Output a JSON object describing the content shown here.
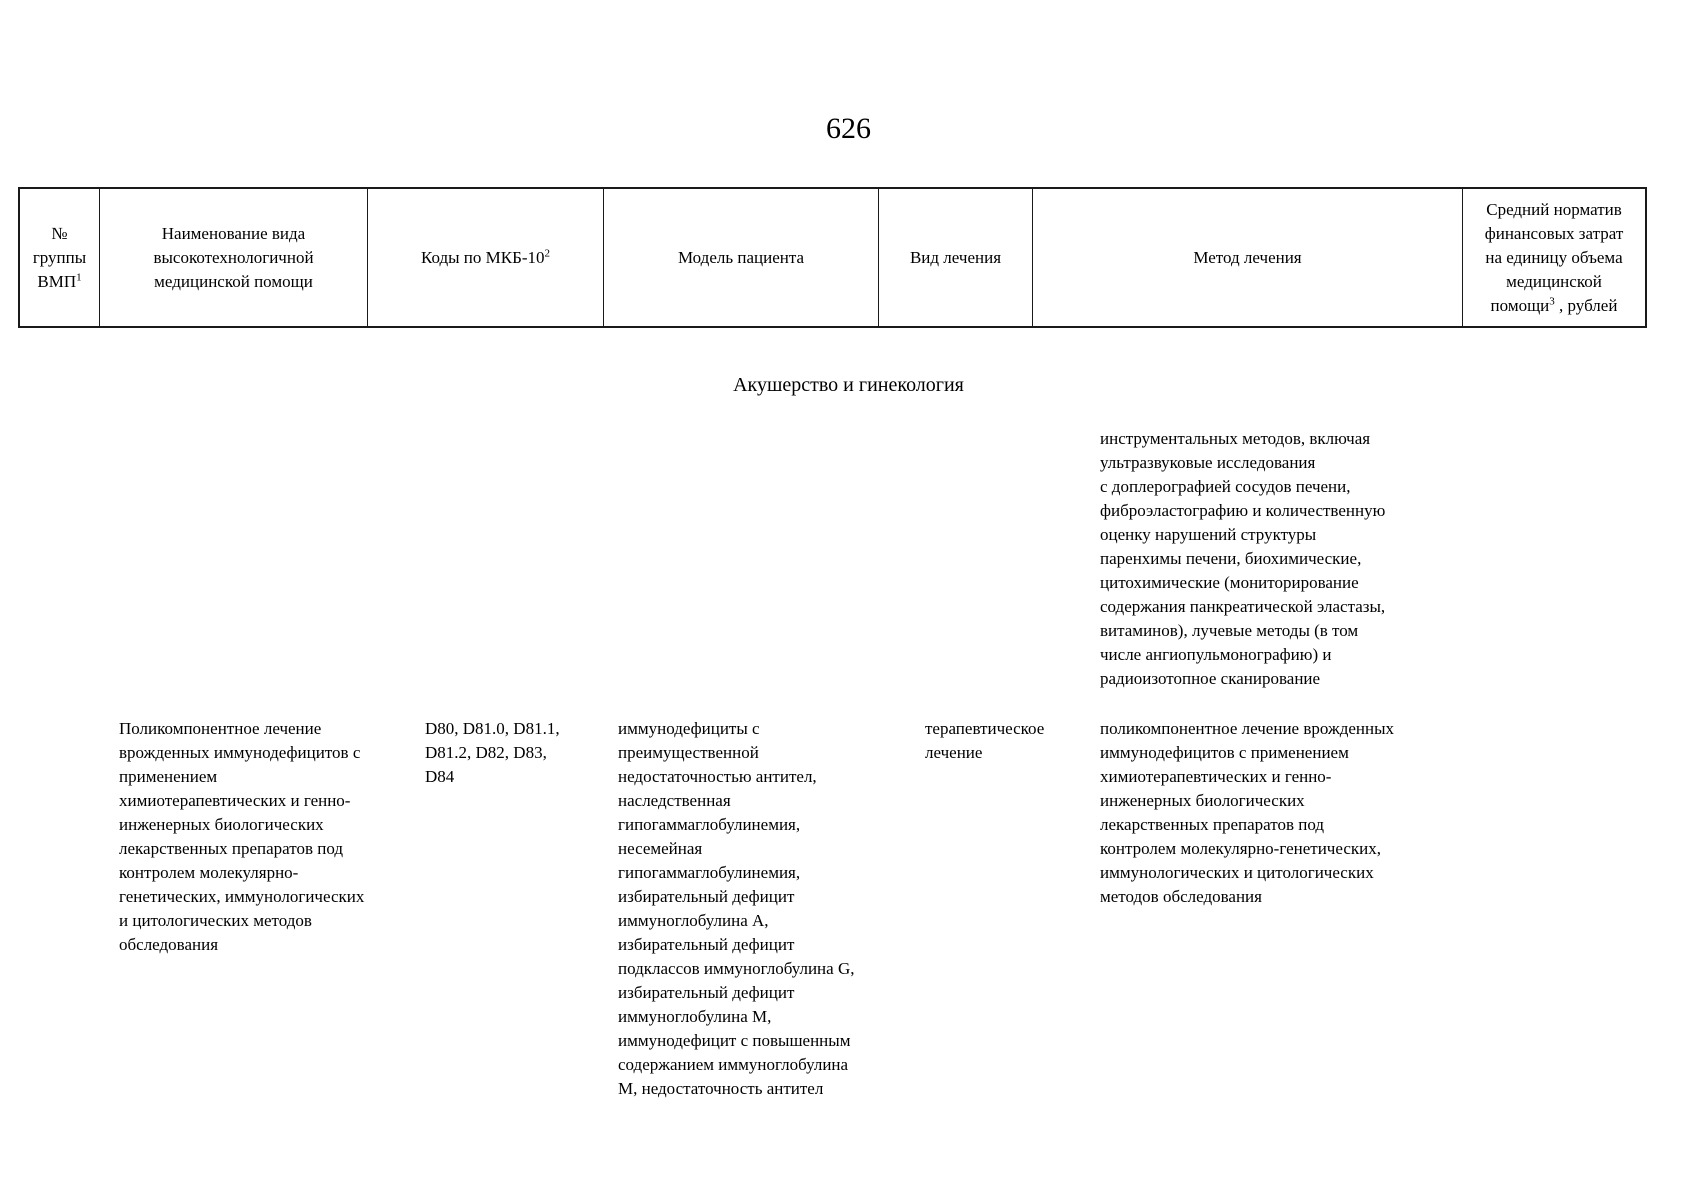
{
  "page_number": "626",
  "section_title": "Акушерство и гинекология",
  "table": {
    "columns": {
      "group": {
        "text": "№\nгруппы\nВМП",
        "sup": "1",
        "after": ""
      },
      "name": {
        "text": "Наименование вида\nвысокотехнологичной\nмедицинской помощи",
        "sup": "",
        "after": ""
      },
      "codes": {
        "text": "Коды по МКБ-10",
        "sup": "2",
        "after": ""
      },
      "model": {
        "text": "Модель пациента",
        "sup": "",
        "after": ""
      },
      "treatment_type": {
        "text": "Вид лечения",
        "sup": "",
        "after": ""
      },
      "method": {
        "text": "Метод лечения",
        "sup": "",
        "after": ""
      },
      "cost": {
        "text": "Средний норматив\nфинансовых затрат\nна единицу объема\nмедицинской\nпомощи",
        "sup": "3",
        "after": " , рублей"
      }
    }
  },
  "rows": {
    "continuation": {
      "method": "инструментальных методов, включая\nультразвуковые исследования\nс доплерографией сосудов печени,\nфиброэластографию и количественную\nоценку нарушений структуры\nпаренхимы печени, биохимические,\nцитохимические (мониторирование\nсодержания панкреатической эластазы,\nвитаминов), лучевые методы (в том\nчисле ангиопульмонографию) и\nрадиоизотопное сканирование"
    },
    "row2": {
      "name": "Поликомпонентное лечение\nврожденных иммунодефицитов с\nприменением\nхимиотерапевтических и генно-\nинженерных биологических\nлекарственных препаратов под\nконтролем молекулярно-\nгенетических, иммунологических\nи цитологических методов\nобследования",
      "codes": "D80, D81.0, D81.1,\nD81.2, D82, D83,\nD84",
      "model": "иммунодефициты с\nпреимущественной\nнедостаточностью антител,\nнаследственная\nгипогаммаглобулинемия,\nнесемейная\nгипогаммаглобулинемия,\nизбирательный дефицит\nиммуноглобулина A,\nизбирательный дефицит\nподклассов иммуноглобулина G,\nизбирательный дефицит\nиммуноглобулина М,\nиммунодефицит с повышенным\nсодержанием иммуноглобулина\nМ, недостаточность антител",
      "treatment_type": "терапевтическое\nлечение",
      "method": "поликомпонентное лечение врожденных\nиммунодефицитов с применением\nхимиотерапевтических и генно-\nинженерных биологических\nлекарственных препаратов под\nконтролем молекулярно-генетических,\nиммунологических и цитологических\nметодов обследования"
    }
  }
}
